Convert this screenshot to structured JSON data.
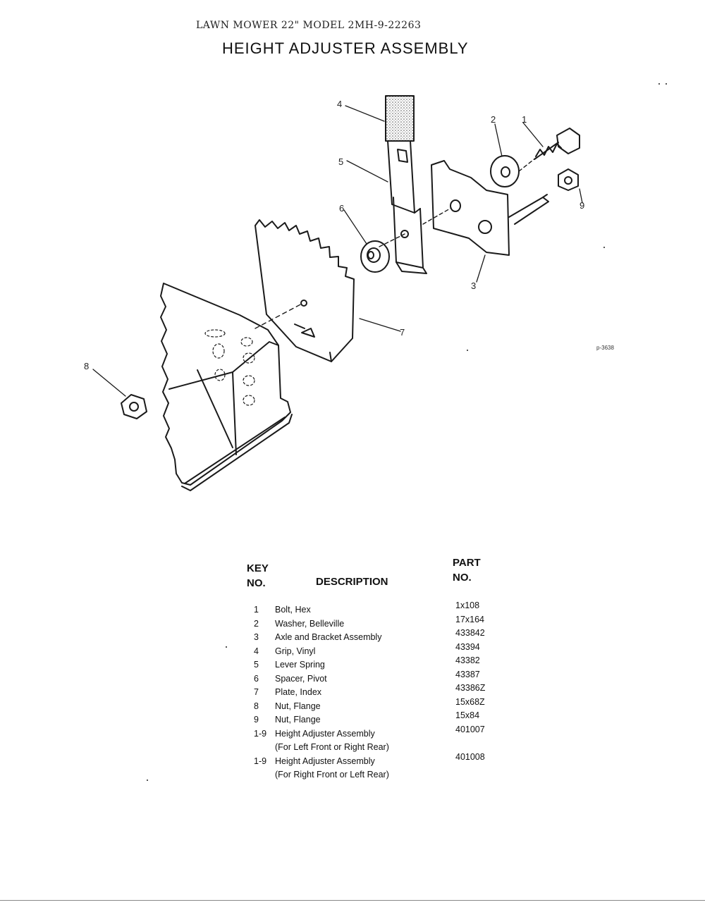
{
  "header": {
    "model_line": "LAWN MOWER 22\" MODEL 2MH-9-22263",
    "title": "HEIGHT ADJUSTER ASSEMBLY"
  },
  "diagram": {
    "callouts": [
      "1",
      "2",
      "3",
      "4",
      "5",
      "6",
      "7",
      "8",
      "9"
    ],
    "drawing_number": "p-3638"
  },
  "parts_table": {
    "key_header": [
      "KEY",
      "NO."
    ],
    "description_header": "DESCRIPTION",
    "part_header": [
      "PART",
      "NO."
    ],
    "rows": [
      {
        "key": "1",
        "description": "Bolt, Hex",
        "part": "1x108"
      },
      {
        "key": "2",
        "description": "Washer, Belleville",
        "part": "17x164"
      },
      {
        "key": "3",
        "description": "Axle and Bracket Assembly",
        "part": "433842"
      },
      {
        "key": "4",
        "description": "Grip, Vinyl",
        "part": "43394"
      },
      {
        "key": "5",
        "description": "Lever Spring",
        "part": "43382"
      },
      {
        "key": "6",
        "description": "Spacer, Pivot",
        "part": "43387"
      },
      {
        "key": "7",
        "description": "Plate, Index",
        "part": "43386Z"
      },
      {
        "key": "8",
        "description": "Nut, Flange",
        "part": "15x68Z"
      },
      {
        "key": "9",
        "description": "Nut, Flange",
        "part": "15x84"
      },
      {
        "key": "1-9",
        "description": "Height Adjuster Assembly",
        "part": "401007"
      },
      {
        "key": "",
        "description": "(For Left Front or Right Rear)",
        "part": ""
      },
      {
        "key": "1-9",
        "description": "Height Adjuster Assembly",
        "part": "401008"
      },
      {
        "key": "",
        "description": "(For Right Front or Left Rear)",
        "part": ""
      }
    ]
  }
}
